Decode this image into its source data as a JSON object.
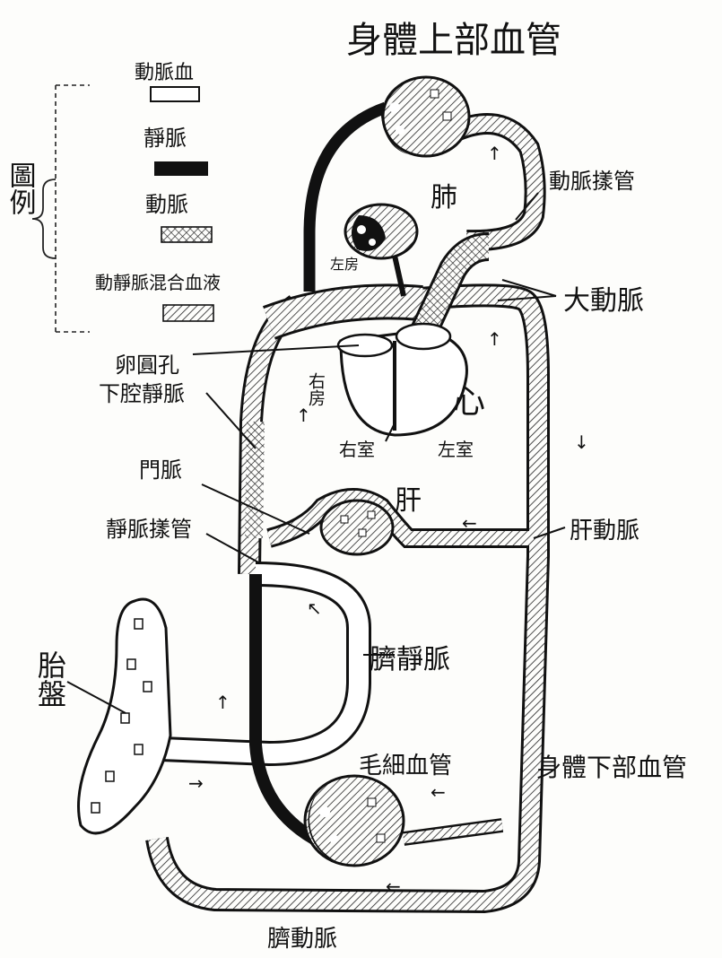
{
  "title": "身體上部血管",
  "legend": {
    "heading": "圖例",
    "items": [
      {
        "key": "arterial_blood",
        "label": "動脈血",
        "pattern": "blank"
      },
      {
        "key": "vein",
        "label": "靜脈",
        "pattern": "black"
      },
      {
        "key": "artery",
        "label": "動脈",
        "pattern": "crosshatch"
      },
      {
        "key": "mixed_blood",
        "label": "動靜脈混合血液",
        "pattern": "hatch"
      }
    ]
  },
  "labels": {
    "lung": "肺",
    "ductus_arteriosus": "動脈㨾管",
    "left_atrium": "左房",
    "aorta": "大動脈",
    "foramen_ovale": "卵圓孔",
    "inferior_vena_cava": "下腔靜脈",
    "right_atrium": "右房",
    "heart": "心",
    "right_ventricle": "右室",
    "left_ventricle": "左室",
    "portal_vein": "門脈",
    "liver": "肝",
    "ductus_venosus": "靜脈㨾管",
    "hepatic_artery": "肝動脈",
    "umbilical_vein": "臍靜脈",
    "placenta": "胎盤",
    "capillaries": "毛細血管",
    "lower_body_vessels": "身體下部血管",
    "umbilical_artery": "臍動脈"
  },
  "colors": {
    "ink": "#111111",
    "paper": "#fdfdfb"
  }
}
